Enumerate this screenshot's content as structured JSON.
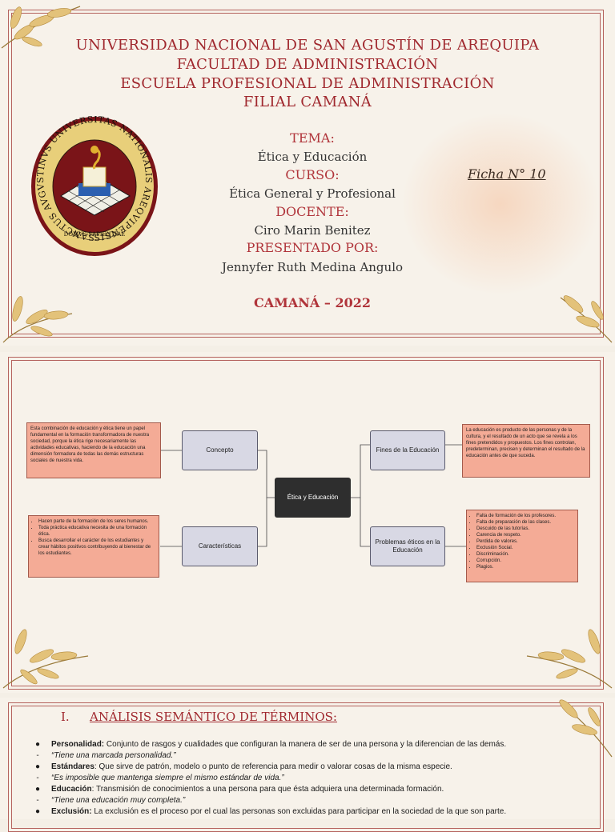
{
  "cover": {
    "university": "UNIVERSIDAD NACIONAL DE SAN AGUSTÍN DE AREQUIPA",
    "faculty": "FACULTAD DE ADMINISTRACIÓN",
    "school": "ESCUELA PROFESIONAL DE ADMINISTRACIÓN",
    "branch": "FILIAL CAMANÁ",
    "tema_label": "TEMA:",
    "tema_value": "Ética y Educación",
    "curso_label": "CURSO:",
    "curso_value": "Ética General y Profesional",
    "docente_label": "DOCENTE:",
    "docente_value": "Ciro Marin Benitez",
    "presentado_label": "PRESENTADO POR:",
    "presentado_value": "Jennyfer Ruth Medina Angulo",
    "city_year": "CAMANÁ – 2022",
    "ficha": "Ficha N° 10",
    "seal": {
      "ring_text": "SANCTUS AVGVSTINVS UNIVERSITAS NATIONALIS AREQVIPENSIS",
      "motto": "DOMVS SAPIENTIAE"
    }
  },
  "mindmap": {
    "center": "Ética y Educación",
    "concepto": {
      "label": "Concepto",
      "note": "Esta combinación de educación y ética tiene un papel fundamental en la formación transformadora de nuestra sociedad, porque la ética rige necesariamente las actividades educativas, haciendo de la educación una dimensión formadora de todas las demás estructuras sociales de nuestra vida."
    },
    "caracteristicas": {
      "label": "Características",
      "items": [
        "Hacen parte de la formación de los seres humanos.",
        "Toda práctica educativa necesita de una formación ética.",
        "Busca desarrollar el carácter de los estudiantes y crear hábitos positivos contribuyendo al bienestar de los estudiantes."
      ]
    },
    "fines": {
      "label": "Fines de la Educación",
      "note": "La educación es producto de las personas y de la cultura, y el resultado de un acto que se revela a los fines pretendidos y propuestos. Los fines controlan, predeterminan, precisen y determinan el resultado de la educación antes de que suceda."
    },
    "problemas": {
      "label": "Problemas éticos en la Educación",
      "items": [
        "Falta de formación de los profesores.",
        "Falta de preparación de las clases.",
        "Descuido de las tutorías.",
        "Carencia de respeto.",
        "Perdida de valores.",
        "Exclusión Social.",
        "Discriminación.",
        "Corrupción.",
        "Plagios."
      ]
    }
  },
  "analysis": {
    "number": "I.",
    "title": "ANÁLISIS SEMÁNTICO DE  TÉRMINOS:",
    "terms": [
      {
        "term": "Personalidad:",
        "definition": " Conjunto de rasgos y cualidades que configuran la manera de ser de una persona y la diferencian de las demás.",
        "example": "“Tiene una marcada personalidad.”"
      },
      {
        "term": "Estándares",
        "definition": ": Que sirve de patrón, modelo o punto de referencia para medir o valorar cosas de la misma especie.",
        "example": "“Es imposible que mantenga siempre el mismo estándar de vida.”"
      },
      {
        "term": "Educación",
        "definition": ": Transmisión de conocimientos a una persona para que ésta adquiera una determinada formación.",
        "example": "“Tiene una educación muy completa.”"
      },
      {
        "term": "Exclusión:",
        "definition": " La exclusión es el proceso por el cual las personas son excluidas para participar en la sociedad de la que son parte.",
        "example": ""
      }
    ]
  },
  "colors": {
    "title_red": "#a0282e",
    "border": "#b5635e",
    "note_fill": "#f4ab96",
    "node_fill": "#d8d8e4",
    "center_fill": "#2e2e2e"
  },
  "icons": [
    "leaf-branch-icon",
    "university-seal-icon"
  ]
}
